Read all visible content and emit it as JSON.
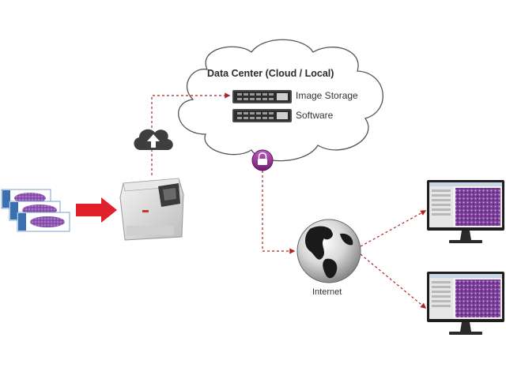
{
  "data_center": {
    "title": "Data Center (Cloud / Local)",
    "servers": [
      {
        "label": "Image Storage",
        "icon": "server-icon"
      },
      {
        "label": "Software",
        "icon": "server-icon"
      }
    ]
  },
  "internet": {
    "label": "Internet",
    "icon": "globe-icon"
  },
  "icons": {
    "upload": "cloud-upload-icon",
    "lock": "lock-icon",
    "scanner": "slide-scanner",
    "slides": "glass-slide",
    "monitor": "monitor-icon",
    "arrow": "red-arrow-icon"
  },
  "colors": {
    "connector": "#b22222",
    "arrow": "#e0202a",
    "lock": "#8e2a8e",
    "tissue": "#9a62b8"
  }
}
